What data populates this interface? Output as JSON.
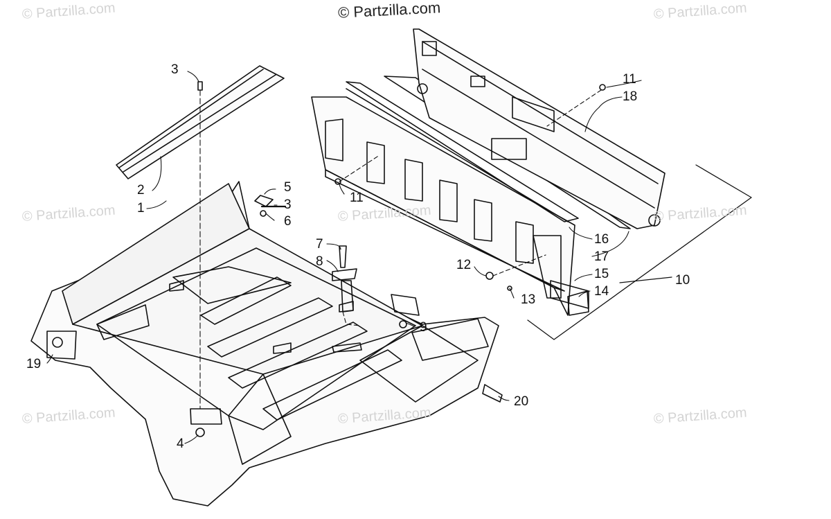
{
  "copyright": "© Partzilla.com",
  "watermark": "© Partzilla.com",
  "callouts": {
    "c3a": "3",
    "c2": "2",
    "c1": "1",
    "c5": "5",
    "c3b": "3",
    "c6": "6",
    "c11a": "11",
    "c18": "18",
    "c11b": "11",
    "c16": "16",
    "c17": "17",
    "c7": "7",
    "c8": "8",
    "c12": "12",
    "c15": "15",
    "c10": "10",
    "c14": "14",
    "c13": "13",
    "c9": "9",
    "c19": "19",
    "c20": "20",
    "c4": "4"
  }
}
